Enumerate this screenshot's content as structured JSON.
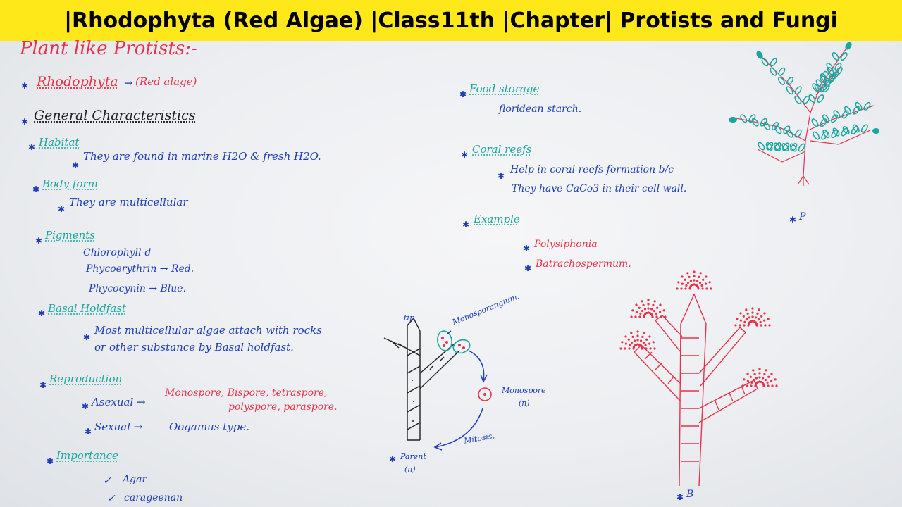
{
  "banner": {
    "title": "|Rhodophyta (Red Algae) |Class11th |Chapter| Protists and Fungi"
  },
  "left": {
    "heading": "Plant like Protists:-",
    "rhodophyta": "Rhodophyta",
    "rhodophyta_note": "(Red alage)",
    "general": "General Characteristics",
    "habitat_label": "Habitat",
    "habitat_text": "They are found in marine H2O & fresh H2O.",
    "body_label": "Body form",
    "body_text": "They are multicellular",
    "pigments_label": "Pigments",
    "pigment_1": "Chlorophyll-d",
    "pigment_2": "Phycoerythrin → Red.",
    "pigment_3": "Phycocynin → Blue.",
    "basal_label": "Basal Holdfast",
    "basal_line1": "Most multicellular algae attach with rocks",
    "basal_line2": "or other substance by Basal holdfast.",
    "repro_label": "Reproduction",
    "asexual_label": "Asexual →",
    "asexual_types1": "Monospore, Bispore, tetraspore,",
    "asexual_types2": "polyspore, paraspore.",
    "sexual_label": "Sexual →",
    "sexual_text": "Oogamus type.",
    "importance_label": "Importance",
    "imp_1": "Agar",
    "imp_2": "carageenan"
  },
  "right": {
    "food_label": "Food storage",
    "food_text": "floridean starch.",
    "coral_label": "Coral reefs",
    "coral_line1": "Help in coral reefs formation b/c",
    "coral_line2": "They have CaCo3 in their cell wall.",
    "example_label": "Example",
    "ex_1": "Polysiphonia",
    "ex_2": "Batrachospermum."
  },
  "diagram_small": {
    "tip": "tip",
    "monosporangium": "Monosporangium.",
    "monospore": "Monospore",
    "monospore_n": "(n)",
    "mitosis": "Mitosis.",
    "parent": "Parent",
    "parent_n": "(n)"
  },
  "diagram_p": {
    "label": "P"
  },
  "diagram_b": {
    "label": "B"
  },
  "colors": {
    "banner": "#ffe81a",
    "red": "#e8324a",
    "blue": "#1c3cb8",
    "teal": "#1aa6a0",
    "black": "#1d1d22"
  }
}
